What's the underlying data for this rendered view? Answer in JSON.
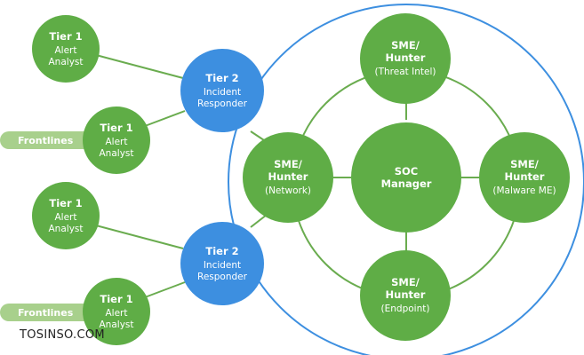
{
  "frontlines": [
    "Frontlines",
    "Frontlines"
  ],
  "tier1": [
    {
      "title": "Tier 1",
      "line1": "Alert",
      "line2": "Analyst"
    },
    {
      "title": "Tier 1",
      "line1": "Alert",
      "line2": "Analyst"
    },
    {
      "title": "Tier 1",
      "line1": "Alert",
      "line2": "Analyst"
    },
    {
      "title": "Tier 1",
      "line1": "Alert",
      "line2": "Analyst"
    }
  ],
  "tier2": [
    {
      "title": "Tier 2",
      "line1": "Incident",
      "line2": "Responder"
    },
    {
      "title": "Tier 2",
      "line1": "Incident",
      "line2": "Responder"
    }
  ],
  "sme": {
    "threat_intel": {
      "line1": "SME/",
      "line2": "Hunter",
      "role": "(Threat Intel)"
    },
    "network": {
      "line1": "SME/",
      "line2": "Hunter",
      "role": "(Network)"
    },
    "malware": {
      "line1": "SME/",
      "line2": "Hunter",
      "role": "(Malware ME)"
    },
    "endpoint": {
      "line1": "SME/",
      "line2": "Hunter",
      "role": "(Endpoint)"
    }
  },
  "manager": {
    "line1": "SOC",
    "line2": "Manager"
  },
  "watermark": "TOSINSO.COM",
  "colors": {
    "node_green": "#5fad46",
    "node_blue": "#3d8fe0",
    "pill_green": "#a8d08c",
    "line_green": "#6aac4f",
    "outer_circle": "#3d8fe0"
  }
}
